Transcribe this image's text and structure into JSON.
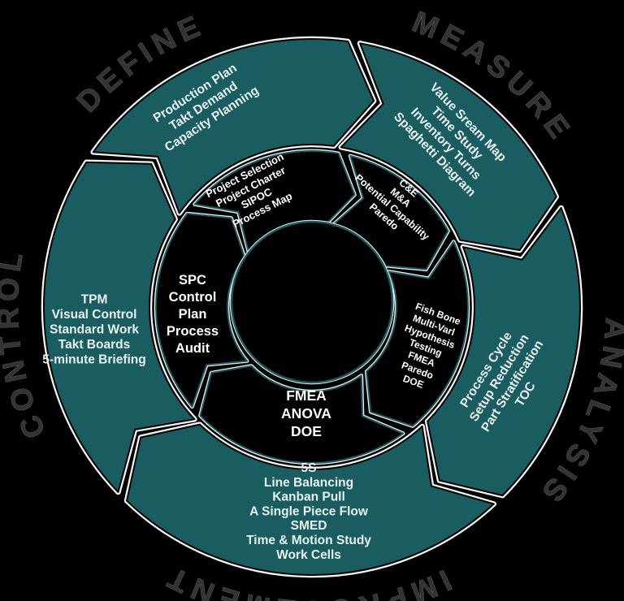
{
  "diagram": {
    "type": "dmaic-cycle",
    "colors": {
      "segment_teal": "#1a5d61",
      "inner_segment_black": "#000000",
      "background": "#000000",
      "halo_white": "#f4f4f4",
      "outer_tool_text": "#e8f1f0",
      "inner_tool_text": "#ffffff",
      "stage_label_gray": "#333333"
    },
    "stages": [
      {
        "id": "define",
        "label": "DEFINE",
        "outer_tools": [
          "Production Plan",
          "Takt Demand",
          "Capacity Planning"
        ],
        "inner_tools": [
          "Project Selection",
          "Project Charter",
          "SIPOC",
          "Process Map"
        ]
      },
      {
        "id": "measure",
        "label": "MEASURE",
        "outer_tools": [
          "Value Sream Map",
          "Time Study",
          "Inventory Turns",
          "Spaghetti Diagram"
        ],
        "inner_tools": [
          "C&E",
          "M&A",
          "Potential Capability",
          "Paredo"
        ]
      },
      {
        "id": "analysis",
        "label": "ANALYSIS",
        "outer_tools": [
          "Process Cycle",
          "Setup Reduction",
          "Part Stratification",
          "TOC"
        ],
        "inner_tools": [
          "Fish Bone",
          "Multi-Varl",
          "Hypothesis",
          "Testing",
          "FMEA",
          "Paredo",
          "DOE"
        ]
      },
      {
        "id": "improvement",
        "label": "IMPROVEMENT",
        "outer_tools": [
          "5S",
          "Line Balancing",
          "Kanban Pull",
          "A Single Piece Flow",
          "SMED",
          "Time & Motion Study",
          "Work Cells"
        ],
        "inner_tools": [
          "FMEA",
          "ANOVA",
          "DOE"
        ]
      },
      {
        "id": "control",
        "label": "CONTROL",
        "outer_tools": [
          "TPM",
          "Visual Control",
          "Standard Work",
          "Takt Boards",
          "5-minute Briefing"
        ],
        "inner_tools": [
          "SPC",
          "Control",
          "Plan",
          "Process",
          "Audit"
        ]
      }
    ]
  }
}
